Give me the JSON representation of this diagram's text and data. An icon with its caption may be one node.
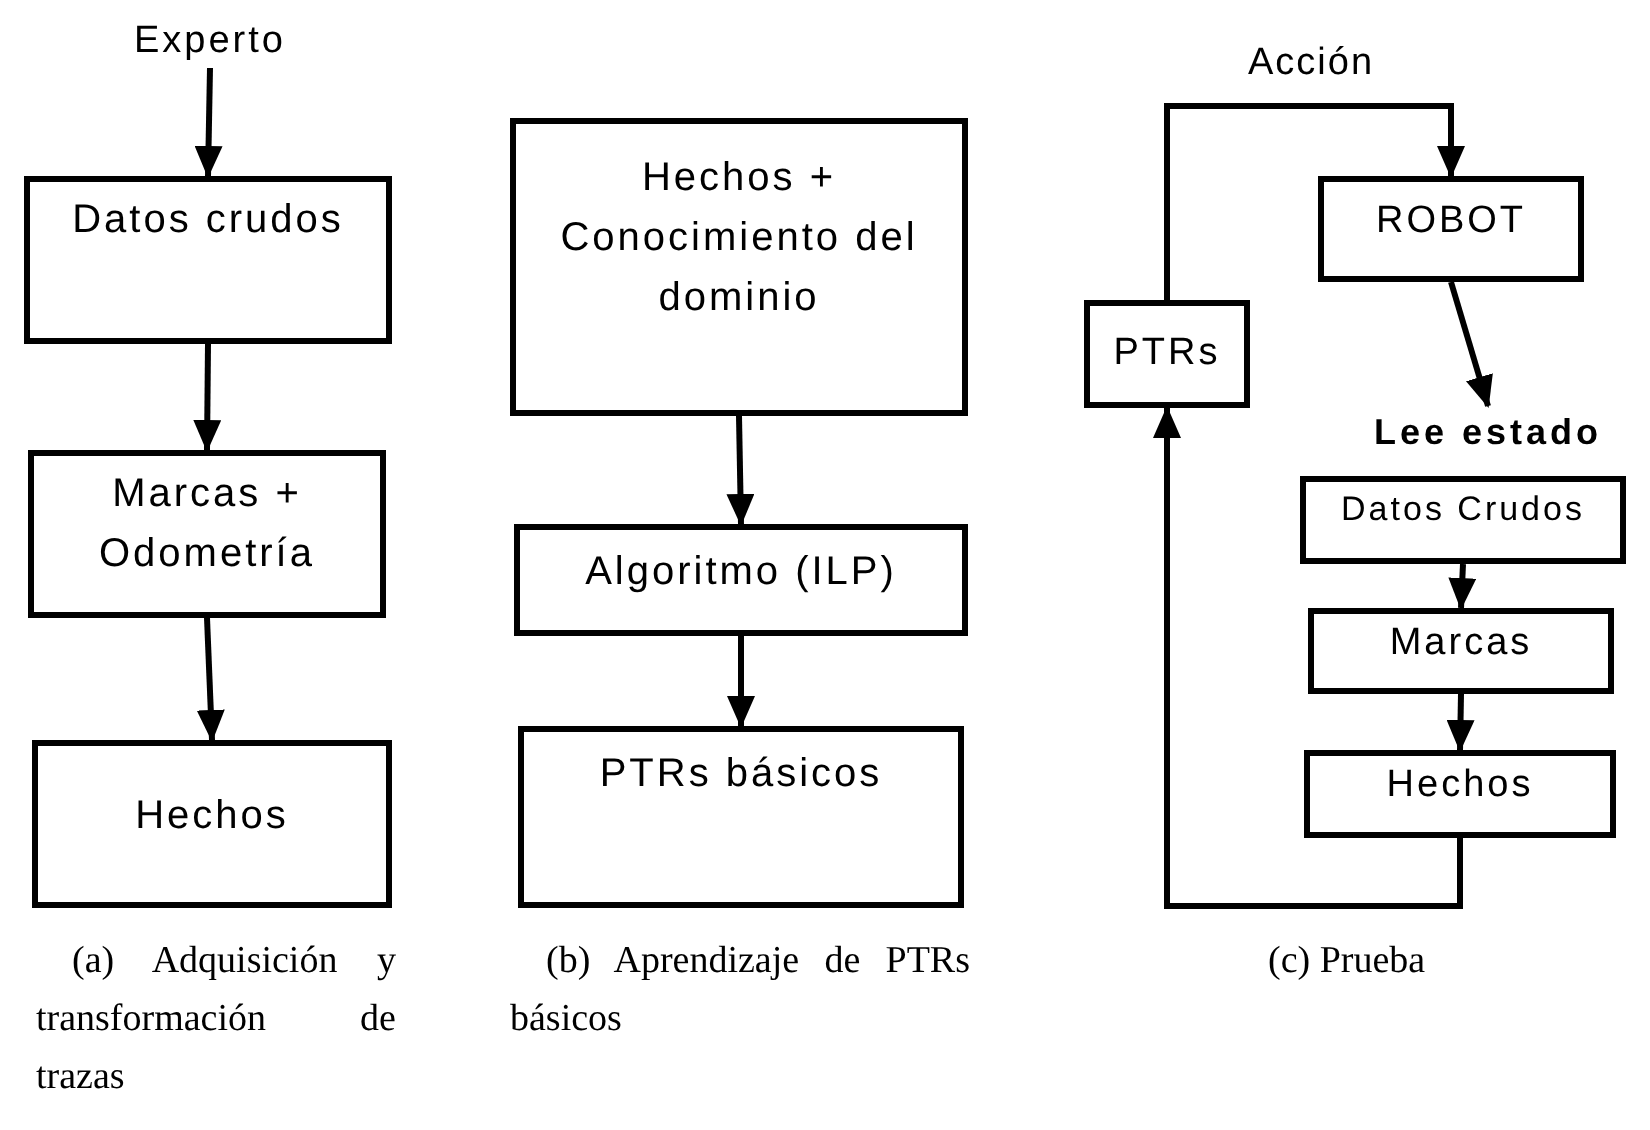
{
  "diagram": {
    "nodes": [
      {
        "text": [
          "Experto"
        ]
      },
      {
        "text": [
          "Datos crudos"
        ]
      },
      {
        "text": [
          "Marcas + Odometría"
        ]
      },
      {
        "text": [
          "Hechos"
        ]
      },
      {
        "text": [
          "Hechos + Conocimiento del dominio"
        ]
      },
      {
        "text": [
          "Algoritmo (ILP)"
        ]
      },
      {
        "text": [
          "PTRs básicos"
        ]
      },
      {
        "text": [
          "PTRs"
        ]
      },
      {
        "text": [
          "ROBOT"
        ]
      },
      {
        "text": [
          "Lee estado"
        ]
      },
      {
        "text": [
          "Datos Crudos"
        ]
      },
      {
        "text": [
          "Marcas"
        ]
      },
      {
        "text": [
          "Hechos"
        ]
      }
    ],
    "edges": [
      {
        "from": 0,
        "to": 1,
        "arrow": "to"
      },
      {
        "from": 1,
        "to": 2,
        "arrow": "to"
      },
      {
        "from": 2,
        "to": 3,
        "arrow": "to"
      },
      {
        "from": 4,
        "to": 5,
        "arrow": "to"
      },
      {
        "from": 5,
        "to": 6,
        "arrow": "to"
      },
      {
        "from": 7,
        "to": 8,
        "arrow": "to",
        "label": "Acción"
      },
      {
        "from": 8,
        "to": 9,
        "arrow": "to"
      },
      {
        "from": 10,
        "to": 11,
        "arrow": "to"
      },
      {
        "from": 11,
        "to": 12,
        "arrow": "to"
      },
      {
        "from": 12,
        "to": 7,
        "arrow": "to"
      }
    ],
    "labels": [
      "(a) Adquisición y transformación de trazas",
      "(b) Aprendizaje de PTRs básicos",
      "(c) Prueba"
    ]
  }
}
